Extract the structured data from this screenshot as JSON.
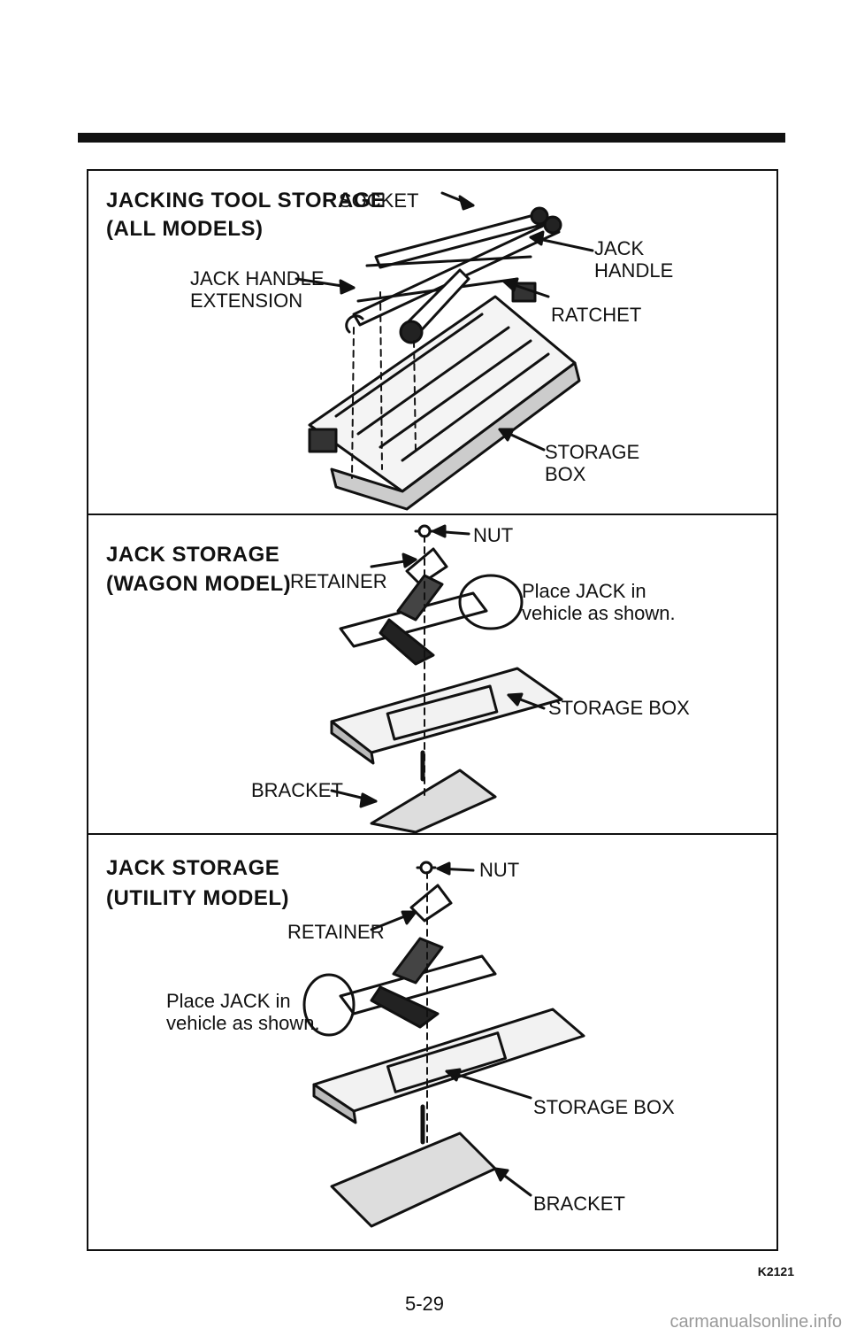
{
  "sections": [
    {
      "title_line1": "JACKING TOOL STORAGE",
      "title_line2": "(ALL MODELS)",
      "labels": {
        "socket": "SOCKET",
        "jack_handle": "JACK\nHANDLE",
        "jack_handle_extension": "JACK HANDLE\nEXTENSION",
        "ratchet": "RATCHET",
        "storage_box": "STORAGE\nBOX"
      }
    },
    {
      "title_line1": "JACK STORAGE",
      "title_line2": "(WAGON MODEL)",
      "labels": {
        "nut": "NUT",
        "retainer": "RETAINER",
        "place_jack": "Place JACK in\nvehicle as shown.",
        "storage_box": "STORAGE BOX",
        "bracket": "BRACKET"
      }
    },
    {
      "title_line1": "JACK STORAGE",
      "title_line2": "(UTILITY MODEL)",
      "labels": {
        "nut": "NUT",
        "retainer": "RETAINER",
        "place_jack": "Place JACK in\nvehicle as shown.",
        "storage_box": "STORAGE BOX",
        "bracket": "BRACKET"
      }
    }
  ],
  "figure_code": "K2121",
  "page_number": "5-29",
  "footer_url": "carmanualsonline.info"
}
